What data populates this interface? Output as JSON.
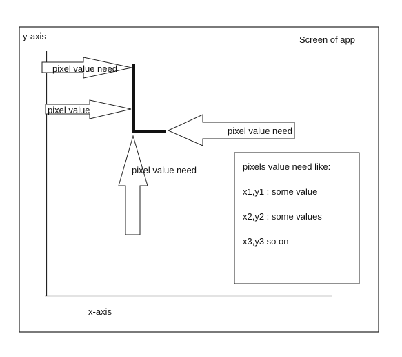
{
  "diagram": {
    "screen_label": "Screen of app",
    "y_axis_label": "y-axis",
    "x_axis_label": "x-axis",
    "arrow_labels": {
      "top_left": "pixel value need",
      "middle_left": "pixel  value",
      "right": "pixel value need",
      "bottom": "pixel value need"
    },
    "note_box": {
      "lines": [
        "pixels value need like:",
        "x1,y1 : some value",
        "x2,y2 : some values",
        "x3,y3 so on"
      ]
    }
  }
}
